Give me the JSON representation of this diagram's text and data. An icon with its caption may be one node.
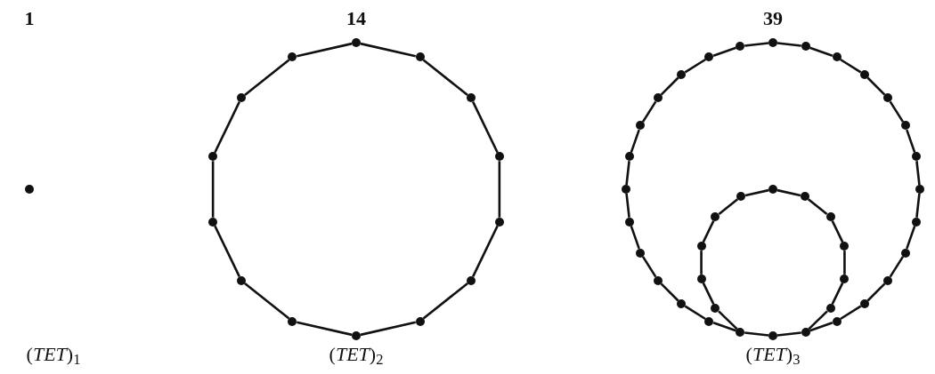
{
  "diagram": {
    "nodes": [
      {
        "text": [],
        "shape": "circle"
      },
      {
        "text": [],
        "shape": "circle"
      },
      {
        "text": [],
        "shape": "circle"
      },
      {
        "text": [],
        "shape": "circle"
      },
      {
        "text": [],
        "shape": "circle"
      },
      {
        "text": [],
        "shape": "circle"
      },
      {
        "text": [],
        "shape": "circle"
      },
      {
        "text": [],
        "shape": "circle"
      },
      {
        "text": [],
        "shape": "circle"
      },
      {
        "text": [],
        "shape": "circle"
      },
      {
        "text": [],
        "shape": "circle"
      },
      {
        "text": [],
        "shape": "circle"
      },
      {
        "text": [],
        "shape": "circle"
      },
      {
        "text": [],
        "shape": "circle"
      },
      {
        "text": [],
        "shape": "circle"
      },
      {
        "text": [],
        "shape": "circle"
      },
      {
        "text": [],
        "shape": "circle"
      },
      {
        "text": [],
        "shape": "circle"
      },
      {
        "text": [],
        "shape": "circle"
      },
      {
        "text": [],
        "shape": "circle"
      },
      {
        "text": [],
        "shape": "circle"
      },
      {
        "text": [],
        "shape": "circle"
      },
      {
        "text": [],
        "shape": "circle"
      },
      {
        "text": [],
        "shape": "circle"
      },
      {
        "text": [],
        "shape": "circle"
      },
      {
        "text": [],
        "shape": "circle"
      },
      {
        "text": [],
        "shape": "circle"
      },
      {
        "text": [],
        "shape": "circle"
      },
      {
        "text": [],
        "shape": "circle"
      },
      {
        "text": [],
        "shape": "circle"
      },
      {
        "text": [],
        "shape": "circle"
      },
      {
        "text": [],
        "shape": "circle"
      },
      {
        "text": [],
        "shape": "circle"
      },
      {
        "text": [],
        "shape": "circle"
      },
      {
        "text": [],
        "shape": "circle"
      },
      {
        "text": [],
        "shape": "circle"
      },
      {
        "text": [],
        "shape": "circle"
      },
      {
        "text": [],
        "shape": "circle"
      },
      {
        "text": [],
        "shape": "circle"
      },
      {
        "text": [],
        "shape": "circle"
      },
      {
        "text": [],
        "shape": "circle"
      },
      {
        "text": [],
        "shape": "circle"
      },
      {
        "text": [],
        "shape": "circle"
      },
      {
        "text": [],
        "shape": "circle"
      },
      {
        "text": [],
        "shape": "circle"
      },
      {
        "text": [],
        "shape": "circle"
      },
      {
        "text": [],
        "shape": "circle"
      },
      {
        "text": [],
        "shape": "circle"
      },
      {
        "text": [],
        "shape": "circle"
      },
      {
        "text": [],
        "shape": "circle"
      },
      {
        "text": [],
        "shape": "circle"
      },
      {
        "text": [],
        "shape": "circle"
      },
      {
        "text": [],
        "shape": "circle"
      },
      {
        "text": [],
        "shape": "circle"
      }
    ],
    "edges": [
      {
        "from": 1,
        "to": 2,
        "arrow": "none"
      },
      {
        "from": 2,
        "to": 3,
        "arrow": "none"
      },
      {
        "from": 3,
        "to": 4,
        "arrow": "none"
      },
      {
        "from": 4,
        "to": 5,
        "arrow": "none"
      },
      {
        "from": 5,
        "to": 6,
        "arrow": "none"
      },
      {
        "from": 6,
        "to": 7,
        "arrow": "none"
      },
      {
        "from": 7,
        "to": 8,
        "arrow": "none"
      },
      {
        "from": 8,
        "to": 9,
        "arrow": "none"
      },
      {
        "from": 9,
        "to": 10,
        "arrow": "none"
      },
      {
        "from": 10,
        "to": 11,
        "arrow": "none"
      },
      {
        "from": 11,
        "to": 12,
        "arrow": "none"
      },
      {
        "from": 12,
        "to": 13,
        "arrow": "none"
      },
      {
        "from": 13,
        "to": 14,
        "arrow": "none"
      },
      {
        "from": 14,
        "to": 1,
        "arrow": "none"
      },
      {
        "from": 15,
        "to": 16,
        "arrow": "none"
      },
      {
        "from": 16,
        "to": 17,
        "arrow": "none"
      },
      {
        "from": 17,
        "to": 18,
        "arrow": "none"
      },
      {
        "from": 18,
        "to": 19,
        "arrow": "none"
      },
      {
        "from": 19,
        "to": 20,
        "arrow": "none"
      },
      {
        "from": 20,
        "to": 21,
        "arrow": "none"
      },
      {
        "from": 21,
        "to": 22,
        "arrow": "none"
      },
      {
        "from": 22,
        "to": 23,
        "arrow": "none"
      },
      {
        "from": 23,
        "to": 24,
        "arrow": "none"
      },
      {
        "from": 24,
        "to": 25,
        "arrow": "none"
      },
      {
        "from": 25,
        "to": 26,
        "arrow": "none"
      },
      {
        "from": 26,
        "to": 27,
        "arrow": "none"
      },
      {
        "from": 27,
        "to": 28,
        "arrow": "none"
      },
      {
        "from": 28,
        "to": 29,
        "arrow": "none"
      },
      {
        "from": 29,
        "to": 30,
        "arrow": "none"
      },
      {
        "from": 30,
        "to": 31,
        "arrow": "none"
      },
      {
        "from": 31,
        "to": 32,
        "arrow": "none"
      },
      {
        "from": 32,
        "to": 33,
        "arrow": "none"
      },
      {
        "from": 33,
        "to": 34,
        "arrow": "none"
      },
      {
        "from": 34,
        "to": 35,
        "arrow": "none"
      },
      {
        "from": 35,
        "to": 36,
        "arrow": "none"
      },
      {
        "from": 36,
        "to": 37,
        "arrow": "none"
      },
      {
        "from": 37,
        "to": 38,
        "arrow": "none"
      },
      {
        "from": 38,
        "to": 39,
        "arrow": "none"
      },
      {
        "from": 39,
        "to": 40,
        "arrow": "none"
      },
      {
        "from": 40,
        "to": 41,
        "arrow": "none"
      },
      {
        "from": 41,
        "to": 42,
        "arrow": "none"
      },
      {
        "from": 42,
        "to": 15,
        "arrow": "none"
      },
      {
        "from": 43,
        "to": 44,
        "arrow": "none"
      },
      {
        "from": 44,
        "to": 45,
        "arrow": "none"
      },
      {
        "from": 45,
        "to": 46,
        "arrow": "none"
      },
      {
        "from": 46,
        "to": 47,
        "arrow": "none"
      },
      {
        "from": 47,
        "to": 48,
        "arrow": "none"
      },
      {
        "from": 48,
        "to": 28,
        "arrow": "none"
      },
      {
        "from": 30,
        "to": 49,
        "arrow": "none"
      },
      {
        "from": 49,
        "to": 50,
        "arrow": "none"
      },
      {
        "from": 50,
        "to": 51,
        "arrow": "none"
      },
      {
        "from": 51,
        "to": 52,
        "arrow": "none"
      },
      {
        "from": 52,
        "to": 53,
        "arrow": "none"
      },
      {
        "from": 53,
        "to": 43,
        "arrow": "none"
      }
    ],
    "labels": [
      "1",
      "14",
      "39",
      "(*TET*)$_{1}$",
      "(*TET*)$_{2}$",
      "(*TET*)$_{3}$"
    ]
  }
}
